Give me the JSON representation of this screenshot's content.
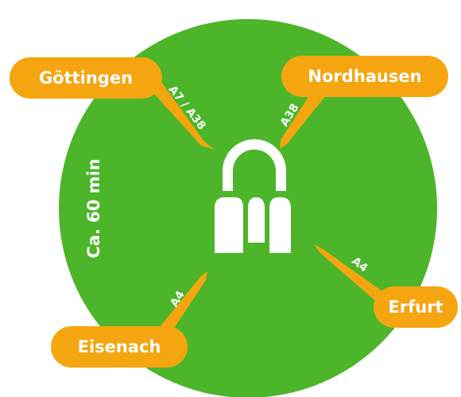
{
  "colors": {
    "region": "#4cb52a",
    "accent": "#f5a50f",
    "text": "#ffffff"
  },
  "travel_time": "Ca. 60 min",
  "cities": [
    {
      "name": "Göttingen",
      "road": "A7 / A38"
    },
    {
      "name": "Nordhausen",
      "road": "A38"
    },
    {
      "name": "Erfurt",
      "road": "A4"
    },
    {
      "name": "Eisenach",
      "road": "A4"
    }
  ]
}
